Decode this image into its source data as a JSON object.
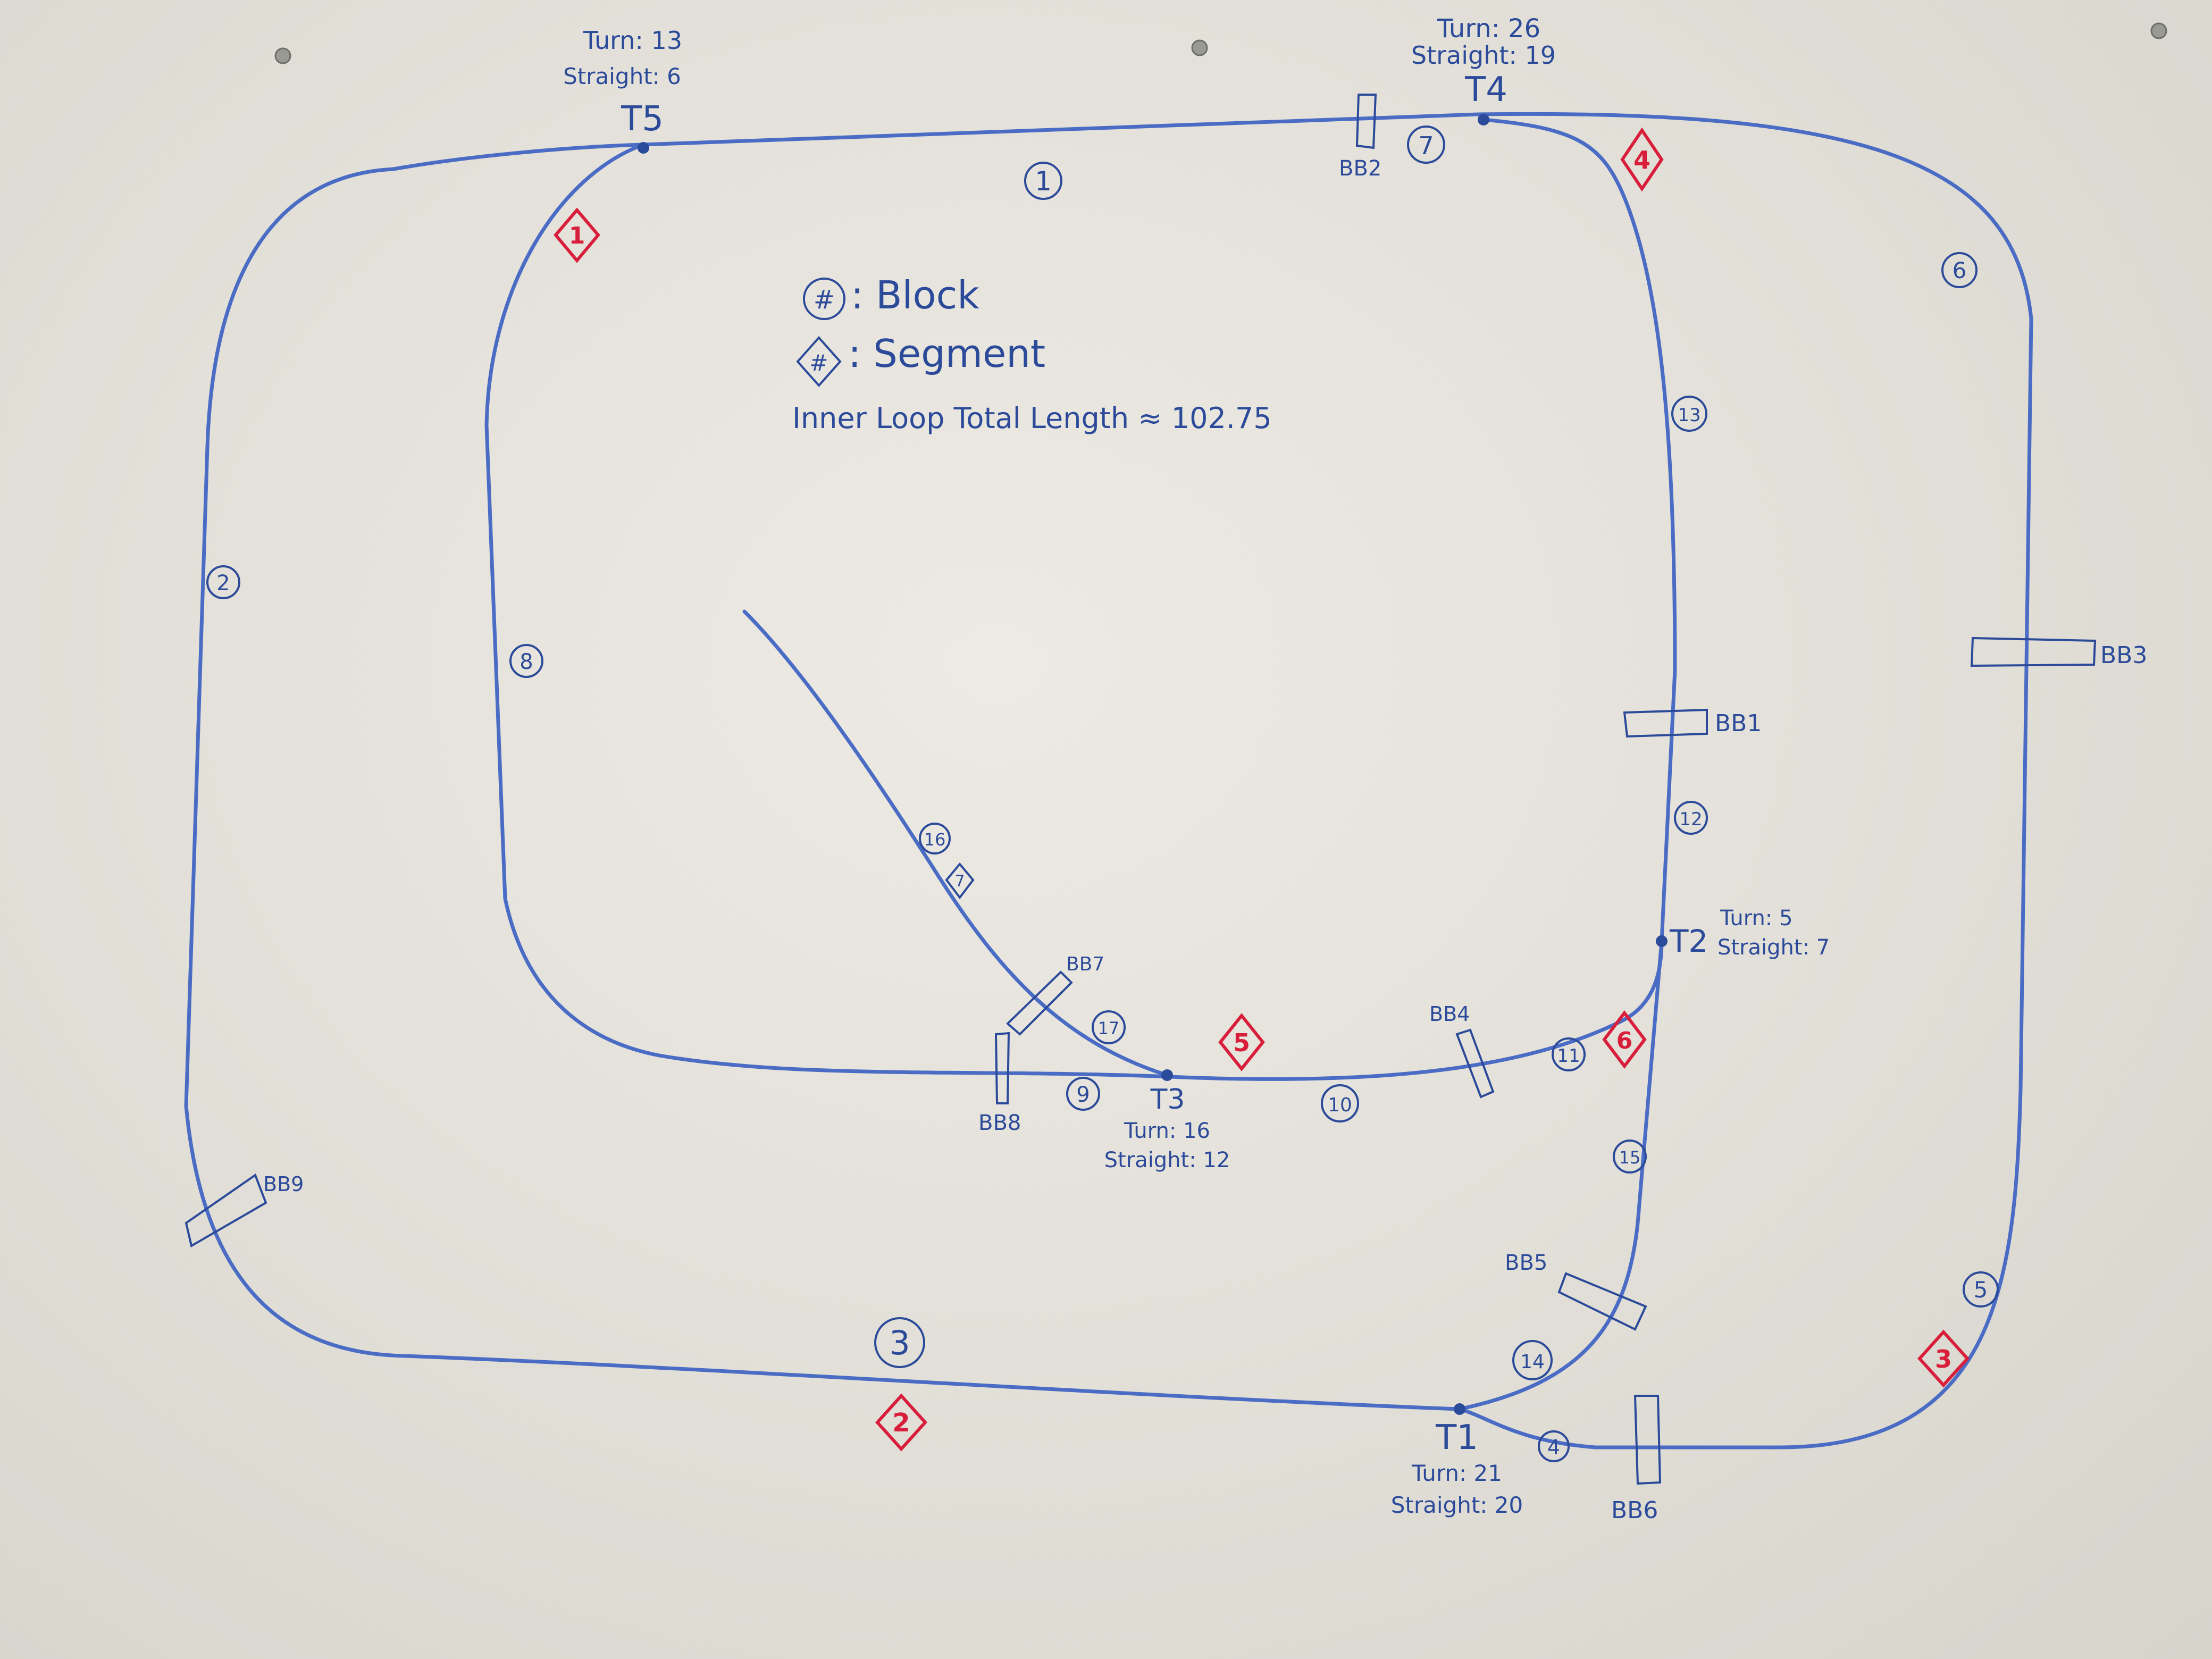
{
  "legend": {
    "block_symbol": "#",
    "block_label": ": Block",
    "segment_symbol": "#",
    "segment_label": ": Segment",
    "inner_loop_note": "Inner Loop Total Length ≈ 102.75"
  },
  "turnouts": [
    {
      "id": "T1",
      "label": "T1",
      "turn": "Turn: 21",
      "straight": "Straight: 20"
    },
    {
      "id": "T2",
      "label": "T2",
      "turn": "Turn: 5",
      "straight": "Straight: 7"
    },
    {
      "id": "T3",
      "label": "T3",
      "turn": "Turn: 16",
      "straight": "Straight: 12"
    },
    {
      "id": "T4",
      "label": "T4",
      "turn": "Turn: 26",
      "straight": "Straight: 19"
    },
    {
      "id": "T5",
      "label": "T5",
      "turn": "Turn: 13",
      "straight": "Straight: 6"
    }
  ],
  "blocks": [
    "1",
    "2",
    "3",
    "4",
    "5",
    "6",
    "7",
    "8",
    "9",
    "10",
    "11",
    "12",
    "13",
    "14",
    "15",
    "16",
    "17"
  ],
  "segments": [
    "1",
    "2",
    "3",
    "4",
    "5",
    "6",
    "7"
  ],
  "bumpers": [
    "BB1",
    "BB2",
    "BB3",
    "BB4",
    "BB5",
    "BB6",
    "BB7",
    "BB8",
    "BB9"
  ],
  "colors": {
    "ink": "#2c4a9a",
    "track": "#4a6cc4",
    "segment": "#d81e3a",
    "board": "#e6e4dc"
  }
}
